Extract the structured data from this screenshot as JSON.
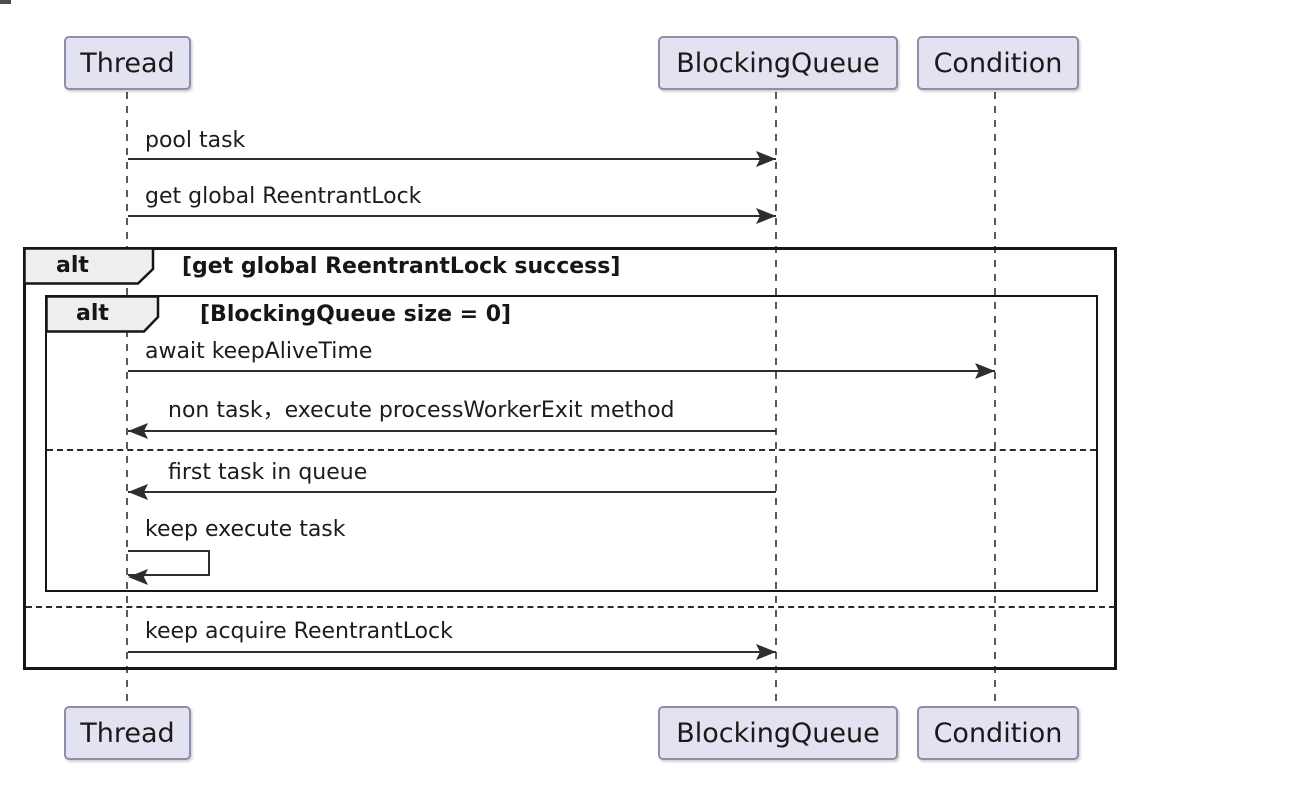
{
  "diagram_type": "uml-sequence",
  "participants": [
    {
      "name": "Thread"
    },
    {
      "name": "BlockingQueue"
    },
    {
      "name": "Condition"
    }
  ],
  "fragments": {
    "outer_alt": {
      "operator": "alt",
      "guard": "[get global ReentrantLock success]"
    },
    "inner_alt": {
      "operator": "alt",
      "guard": "[BlockingQueue size = 0]"
    }
  },
  "messages": [
    {
      "label": "pool task",
      "from": "Thread",
      "to": "BlockingQueue"
    },
    {
      "label": "get global ReentrantLock",
      "from": "Thread",
      "to": "BlockingQueue"
    },
    {
      "label": "await keepAliveTime",
      "from": "Thread",
      "to": "Condition"
    },
    {
      "label": "non task，execute processWorkerExit method",
      "from": "BlockingQueue",
      "to": "Thread"
    },
    {
      "label": "first task in queue",
      "from": "BlockingQueue",
      "to": "Thread"
    },
    {
      "label": "keep execute task",
      "from": "Thread",
      "to": "Thread"
    },
    {
      "label": "keep acquire ReentrantLock",
      "from": "Thread",
      "to": "BlockingQueue"
    }
  ],
  "colors": {
    "participant_fill": "#E2E2F0",
    "participant_border": "#8E8EAA",
    "fragment_label_fill": "#EEEEEE",
    "frame_border": "#161616",
    "message_color": "#2E2E2E",
    "lifeline_color": "#5A5A5A",
    "text_color": "#1C1C1C",
    "background": "#FFFFFF"
  }
}
